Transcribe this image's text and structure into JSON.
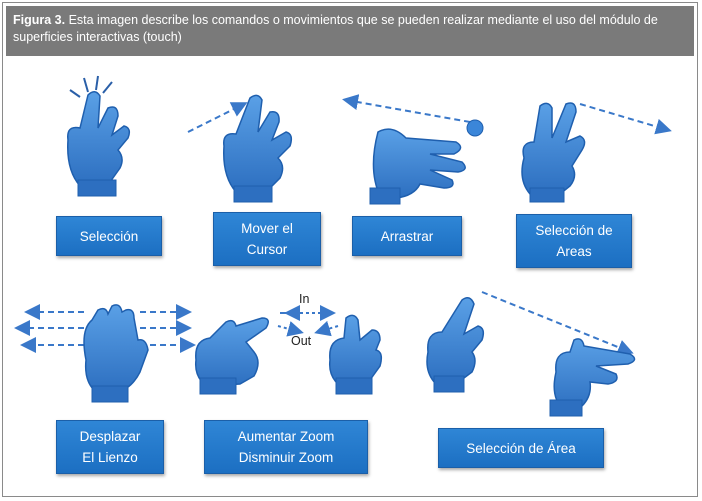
{
  "caption": {
    "prefix": "Figura 3.",
    "text": " Esta imagen describe los comandos o movimientos que se pueden realizar mediante el uso del módulo de superficies interactivas (touch)"
  },
  "labels": {
    "seleccion": "Selección",
    "mover_cursor": "Mover el\nCursor",
    "arrastrar": "Arrastrar",
    "seleccion_areas": "Selección de\nAreas",
    "desplazar_lienzo": "Desplazar\nEl Lienzo",
    "zoom": "Aumentar Zoom\nDisminuir Zoom",
    "seleccion_area": "Selección de Área"
  },
  "zoom_hints": {
    "in": "In",
    "out": "Out"
  },
  "colors": {
    "hand": "#3b86d9",
    "hand_dark": "#1f5fae",
    "arrow": "#3a78c9",
    "label": "#2a80d2",
    "caption_bg": "#7a7a7a"
  }
}
